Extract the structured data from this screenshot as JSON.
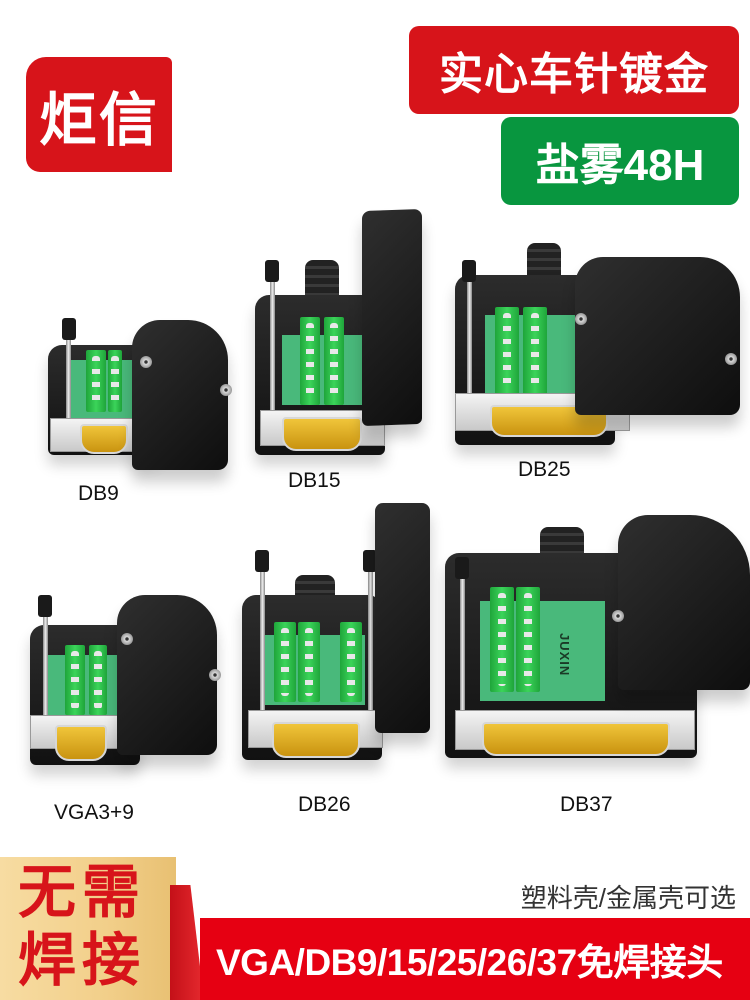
{
  "header": {
    "brand": "炬信",
    "feature_primary": "实心车针镀金",
    "feature_secondary": "盐雾48H"
  },
  "colors": {
    "brand_red": "#d7141a",
    "feature_green": "#08963f",
    "banner_red": "#e60012",
    "gold": "#f2cf8a",
    "terminal_green": "#2fc24a",
    "pin_gold": "#e0ad22"
  },
  "products": [
    {
      "label": "DB9"
    },
    {
      "label": "DB15"
    },
    {
      "label": "DB25"
    },
    {
      "label": "VGA3+9"
    },
    {
      "label": "DB26"
    },
    {
      "label": "DB37"
    }
  ],
  "pcb_brand": "JUXIN",
  "footer": {
    "badge": "无需焊接",
    "note": "塑料壳/金属壳可选",
    "banner": "VGA/DB9/15/25/26/37免焊接头"
  }
}
